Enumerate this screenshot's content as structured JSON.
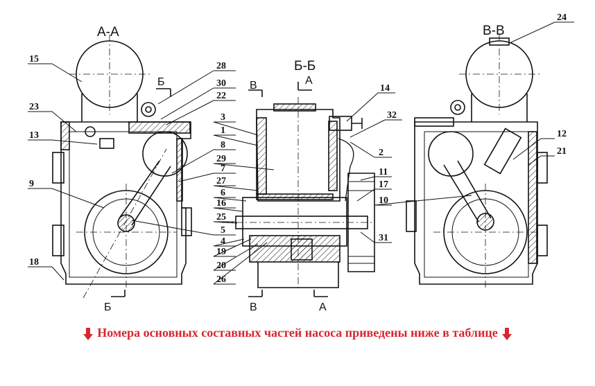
{
  "sections": {
    "aa": "А-А",
    "bb": "Б-Б",
    "vv": "В-В"
  },
  "cut_marks": {
    "b": "Б",
    "a": "А",
    "v": "В"
  },
  "callouts": [
    "1",
    "2",
    "3",
    "4",
    "5",
    "6",
    "7",
    "8",
    "9",
    "10",
    "11",
    "12",
    "13",
    "14",
    "15",
    "16",
    "17",
    "18",
    "19",
    "20",
    "21",
    "22",
    "23",
    "24",
    "25",
    "26",
    "27",
    "28",
    "29",
    "30",
    "31",
    "32"
  ],
  "caption": {
    "text": "Номера основных составных частей насоса приведены ниже в таблице",
    "color": "#d6272f",
    "icon": "arrow-down-icon"
  }
}
